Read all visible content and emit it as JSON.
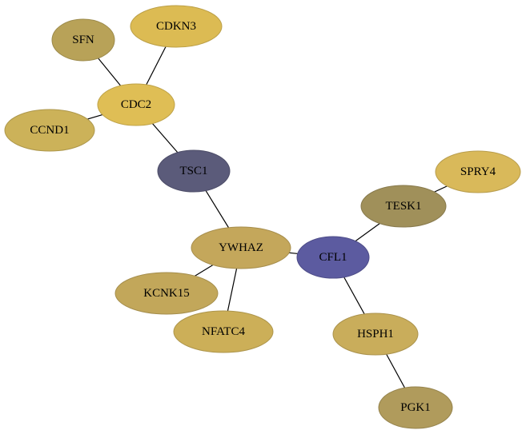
{
  "graph": {
    "nodes": [
      {
        "id": "SFN",
        "label": "SFN",
        "color": "#b8a258"
      },
      {
        "id": "CDKN3",
        "label": "CDKN3",
        "color": "#dcbb53"
      },
      {
        "id": "CDC2",
        "label": "CDC2",
        "color": "#dfbe55"
      },
      {
        "id": "CCND1",
        "label": "CCND1",
        "color": "#ccb259"
      },
      {
        "id": "TSC1",
        "label": "TSC1",
        "color": "#5b5b7a"
      },
      {
        "id": "SPRY4",
        "label": "SPRY4",
        "color": "#d9b95a"
      },
      {
        "id": "TESK1",
        "label": "TESK1",
        "color": "#a0905a"
      },
      {
        "id": "YWHAZ",
        "label": "YWHAZ",
        "color": "#c4a75b"
      },
      {
        "id": "CFL1",
        "label": "CFL1",
        "color": "#5c5ba0"
      },
      {
        "id": "KCNK15",
        "label": "KCNK15",
        "color": "#c2a75a"
      },
      {
        "id": "NFATC4",
        "label": "NFATC4",
        "color": "#ccaf58"
      },
      {
        "id": "HSPH1",
        "label": "HSPH1",
        "color": "#c9ad5b"
      },
      {
        "id": "PGK1",
        "label": "PGK1",
        "color": "#b09b5c"
      }
    ],
    "edges": [
      [
        "SFN",
        "CDC2"
      ],
      [
        "CDKN3",
        "CDC2"
      ],
      [
        "CCND1",
        "CDC2"
      ],
      [
        "CDC2",
        "TSC1"
      ],
      [
        "TSC1",
        "YWHAZ"
      ],
      [
        "YWHAZ",
        "KCNK15"
      ],
      [
        "YWHAZ",
        "NFATC4"
      ],
      [
        "YWHAZ",
        "CFL1"
      ],
      [
        "CFL1",
        "TESK1"
      ],
      [
        "TESK1",
        "SPRY4"
      ],
      [
        "CFL1",
        "HSPH1"
      ],
      [
        "HSPH1",
        "PGK1"
      ]
    ]
  }
}
